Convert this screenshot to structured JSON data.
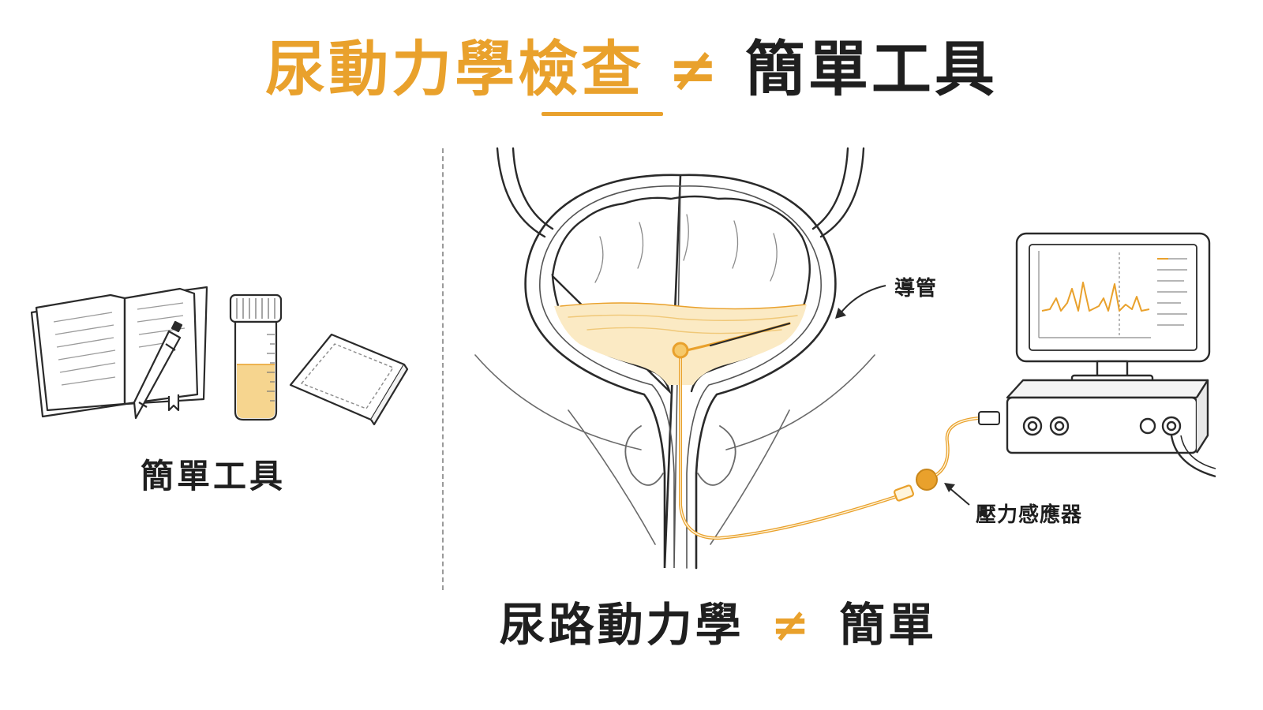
{
  "title": {
    "part1": "尿動力學檢查",
    "neq": "≠",
    "part2": "簡單工具"
  },
  "left": {
    "caption": "簡單工具"
  },
  "diagram": {
    "catheter_label": "導管",
    "sensor_label": "壓力感應器"
  },
  "bottom": {
    "part1": "尿路動力學",
    "neq": "≠",
    "part2": "簡單"
  },
  "colors": {
    "accent": "#e9a12c",
    "ink": "#1f1f1f",
    "urine": "#f6d58f"
  },
  "icons": [
    "notebook-icon",
    "pen-icon",
    "specimen-cup-icon",
    "gauze-pad-icon",
    "bladder-illustration",
    "monitor-icon",
    "device-box-icon"
  ]
}
